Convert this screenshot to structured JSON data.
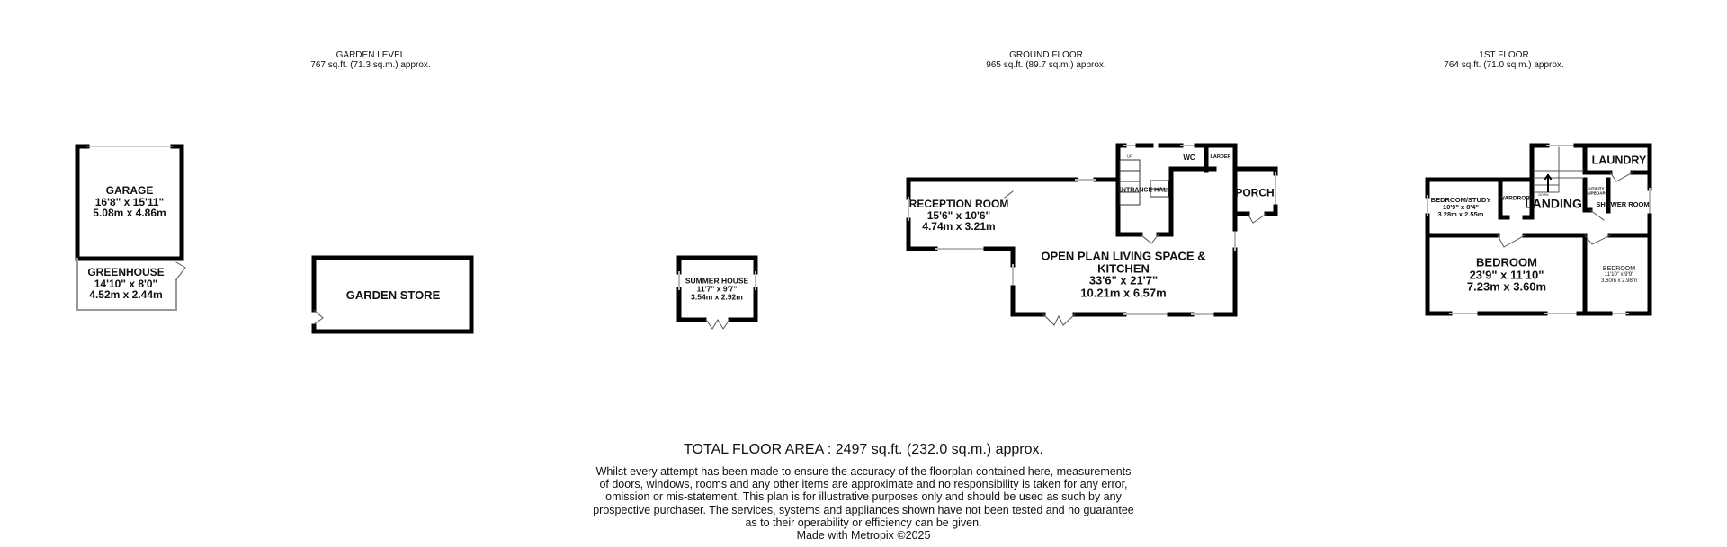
{
  "floors": {
    "garden": {
      "title": "GARDEN LEVEL",
      "area": "767 sq.ft. (71.3 sq.m.) approx."
    },
    "ground": {
      "title": "GROUND FLOOR",
      "area": "965 sq.ft. (89.7 sq.m.) approx."
    },
    "first": {
      "title": "1ST FLOOR",
      "area": "764 sq.ft. (71.0 sq.m.) approx."
    }
  },
  "rooms": {
    "garage": {
      "name": "GARAGE",
      "imperial": "16'8\"  x 15'11\"",
      "metric": "5.08m  x 4.86m"
    },
    "greenhouse": {
      "name": "GREENHOUSE",
      "imperial": "14'10\"  x 8'0\"",
      "metric": "4.52m  x 2.44m"
    },
    "garden_store": {
      "name": "GARDEN STORE"
    },
    "summer_house": {
      "name": "SUMMER HOUSE",
      "imperial": "11'7\"  x 9'7\"",
      "metric": "3.54m  x 2.92m"
    },
    "reception": {
      "name": "RECEPTION ROOM",
      "imperial": "15'6\"  x 10'6\"",
      "metric": "4.74m  x 3.21m"
    },
    "open_plan": {
      "name1": "OPEN PLAN LIVING SPACE &",
      "name2": "KITCHEN",
      "imperial": "33'6\"  x 21'7\"",
      "metric": "10.21m  x 6.57m"
    },
    "entrance_hall": {
      "name": "ENTRANCE HALL",
      "stair": "UP"
    },
    "wc": {
      "name": "WC"
    },
    "larder": {
      "name": "LARDER"
    },
    "porch": {
      "name": "PORCH"
    },
    "bedroom_study": {
      "name": "BEDROOM/STUDY",
      "imperial": "10'9\"  x 8'4\"",
      "metric": "3.28m  x 2.55m"
    },
    "wardrobe": {
      "name": "WARDROBE"
    },
    "landing": {
      "name": "LANDING",
      "stair": "DOWN"
    },
    "utility": {
      "name1": "UTILITY",
      "name2": "CUPBOARD"
    },
    "laundry": {
      "name": "LAUNDRY"
    },
    "shower_room": {
      "name": "SHOWER ROOM"
    },
    "bedroom_main": {
      "name": "BEDROOM",
      "imperial": "23'9\"  x 11'10\"",
      "metric": "7.23m  x 3.60m"
    },
    "bedroom_small": {
      "name": "BEDROOM",
      "imperial": "11'10\"  x 9'9\"",
      "metric": "3.60m  x 2.98m"
    }
  },
  "footer": {
    "total": "TOTAL FLOOR AREA : 2497 sq.ft. (232.0 sq.m.) approx.",
    "disclaimer": [
      "Whilst every attempt has been made to ensure the accuracy of the floorplan contained here, measurements",
      "of doors, windows, rooms and any other items are approximate and no responsibility is taken for any error,",
      "omission or mis-statement. This plan is for illustrative purposes only and should be used as such by any",
      "prospective purchaser. The services, systems and appliances shown have not been tested and no guarantee",
      "as to their operability or efficiency can be given."
    ],
    "credit": "Made with Metropix ©2025"
  }
}
